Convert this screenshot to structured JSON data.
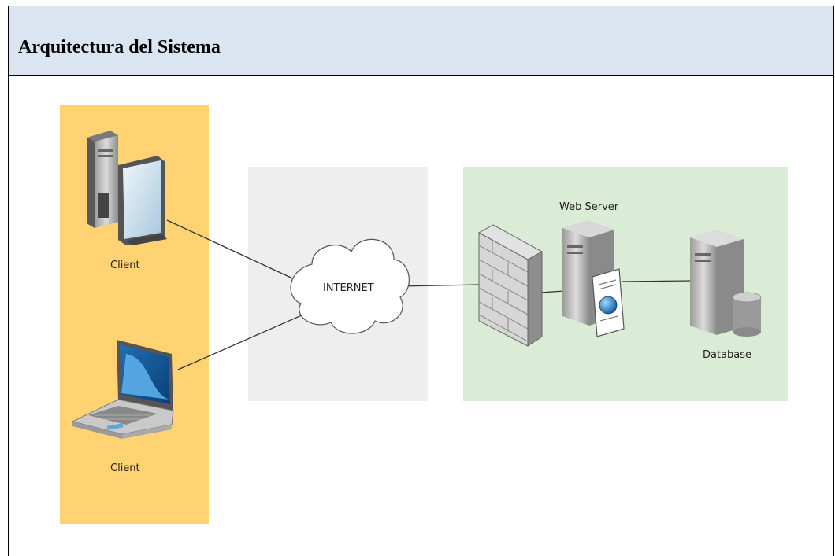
{
  "header": {
    "title": "Arquitectura del Sistema"
  },
  "colors": {
    "header_bg": "#dbe5f1",
    "client_zone": "#ffd372",
    "internet_zone": "#eeeeee",
    "server_zone": "#daebd6"
  },
  "diagram": {
    "nodes": {
      "client_desktop": {
        "label": "Client",
        "icon": "desktop-computer-icon"
      },
      "client_laptop": {
        "label": "Client",
        "icon": "laptop-icon"
      },
      "internet": {
        "label": "INTERNET",
        "icon": "cloud-icon"
      },
      "firewall": {
        "label": "",
        "icon": "firewall-icon"
      },
      "web_server": {
        "label": "Web Server",
        "icon": "web-server-icon"
      },
      "database": {
        "label": "Database",
        "icon": "database-server-icon"
      }
    },
    "edges": [
      {
        "from": "client_desktop",
        "to": "internet"
      },
      {
        "from": "client_laptop",
        "to": "internet"
      },
      {
        "from": "internet",
        "to": "firewall"
      },
      {
        "from": "firewall",
        "to": "web_server"
      },
      {
        "from": "web_server",
        "to": "database"
      }
    ]
  }
}
